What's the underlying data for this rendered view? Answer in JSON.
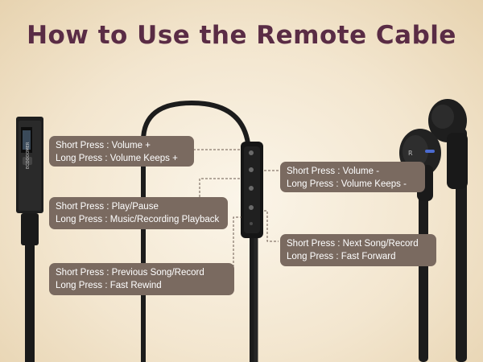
{
  "title": "How to Use the Remote Cable",
  "device_label": "ECOOOOMER",
  "colors": {
    "title": "#5a2c45",
    "callout_bg": "#7a6a60",
    "cable": "#1c1c1c"
  },
  "callouts": [
    {
      "line1": "Short Press : Volume +",
      "line2": "Long Press : Volume Keeps +"
    },
    {
      "line1": "Short Press : Volume -",
      "line2": "Long Press : Volume Keeps -"
    },
    {
      "line1": "Short Press : Play/Pause",
      "line2": "Long Press : Music/Recording Playback"
    },
    {
      "line1": "Short Press : Next Song/Record",
      "line2": "Long Press : Fast Forward"
    },
    {
      "line1": "Short Press : Previous Song/Record",
      "line2": "Long Press : Fast Rewind"
    }
  ]
}
